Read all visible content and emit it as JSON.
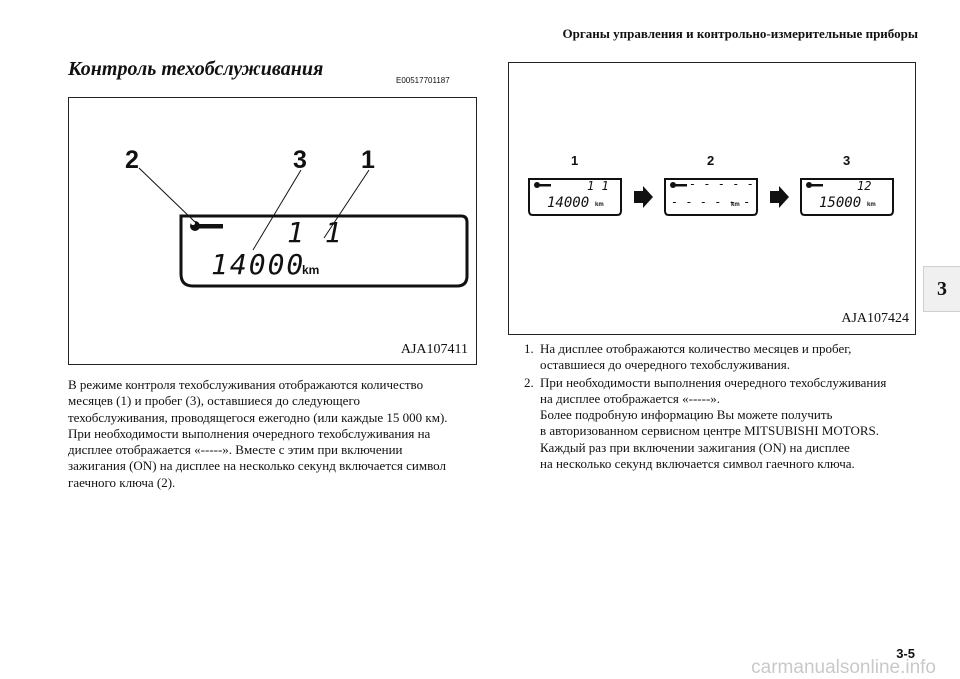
{
  "header": {
    "title": "Органы управления и контрольно-измерительные приборы"
  },
  "section": {
    "title": "Контроль техобслуживания",
    "code": "E00517701187"
  },
  "figure1": {
    "label": "AJA107411",
    "callouts": [
      "2",
      "3",
      "1"
    ],
    "display": {
      "months": "1 1",
      "odometer": "14000",
      "unit": "km"
    },
    "icon": "wrench-icon"
  },
  "figure2": {
    "label": "AJA107424",
    "callouts": [
      "1",
      "2",
      "3"
    ],
    "displays": [
      {
        "top": "1 1",
        "bottom": "14000",
        "unit": "km"
      },
      {
        "top": "- - - - -",
        "bottom": "- - - - - -",
        "unit": "km"
      },
      {
        "top": "12",
        "bottom": "15000",
        "unit": "km"
      }
    ],
    "arrow_icon": "arrow-right-icon"
  },
  "body": {
    "lines": [
      "В режиме контроля техобслуживания отображаются количество",
      "месяцев (1) и пробег (3), оставшиеся до следующего",
      "техобслуживания, проводящегося ежегодно (или каждые 15 000 км).",
      "При необходимости выполнения очередного техобслуживания на",
      "дисплее отображается «-----». Вместе с этим при включении",
      "зажигания (ON) на дисплее на несколько секунд включается символ",
      "гаечного ключа (2)."
    ]
  },
  "list": {
    "items": [
      {
        "num": "1.",
        "lines": [
          "На дисплее отображаются количество месяцев и пробег,",
          "оставшиеся до очередного техобслуживания."
        ]
      },
      {
        "num": "2.",
        "lines": [
          "При необходимости выполнения очередного техобслуживания",
          "на дисплее отображается «-----».",
          "Более подробную информацию Вы можете получить",
          "в авторизованном сервисном центре MITSUBISHI MOTORS.",
          "Каждый раз при включении зажигания (ON) на дисплее",
          "на несколько секунд включается символ гаечного ключа."
        ]
      }
    ]
  },
  "tab": {
    "label": "3"
  },
  "page": {
    "number": "3-5"
  },
  "watermark": {
    "text": "carmanualsonline.info"
  }
}
